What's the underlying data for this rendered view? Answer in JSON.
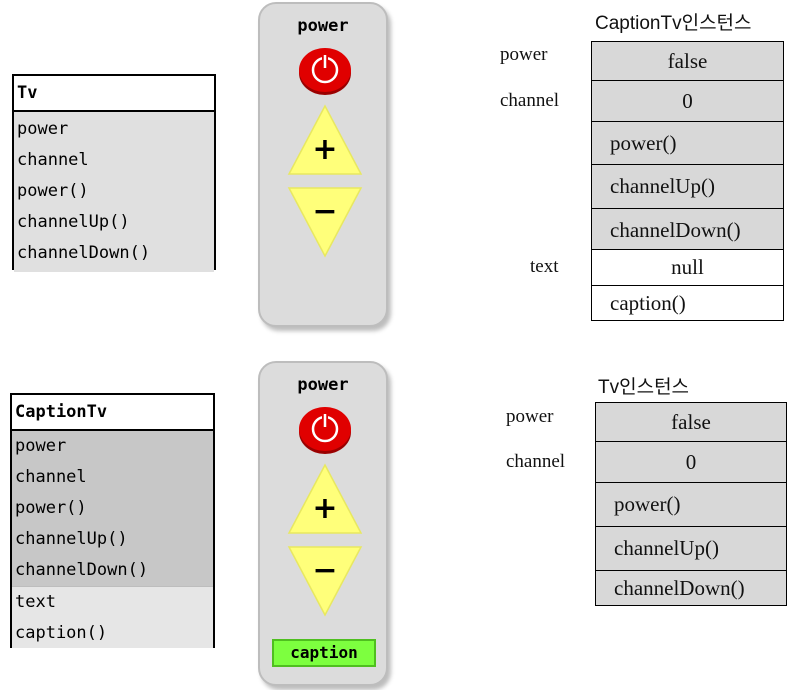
{
  "tv_class": {
    "name": "Tv",
    "members": [
      "power",
      "channel",
      "power()",
      "channelUp()",
      "channelDown()"
    ]
  },
  "captiontv_class": {
    "name": "CaptionTv",
    "inherited_members": [
      "power",
      "channel",
      "power()",
      "channelUp()",
      "channelDown()"
    ],
    "own_members": [
      "text",
      "caption()"
    ]
  },
  "remote_top": {
    "label": "power",
    "plus": "+",
    "minus": "−"
  },
  "remote_bottom": {
    "label": "power",
    "plus": "+",
    "minus": "−",
    "caption_button": "caption"
  },
  "captiontv_instance": {
    "title": "CaptionTv인스턴스",
    "power_label": "power",
    "power_value": "false",
    "channel_label": "channel",
    "channel_value": "0",
    "method1": "power()",
    "method2": "channelUp()",
    "method3": "channelDown()",
    "text_label": "text",
    "text_value": "null",
    "method4": "caption()"
  },
  "tv_instance": {
    "title": "Tv인스턴스",
    "power_label": "power",
    "power_value": "false",
    "channel_label": "channel",
    "channel_value": "0",
    "method1": "power()",
    "method2": "channelUp()",
    "method3": "channelDown()"
  },
  "colors": {
    "remote_body": "#dcdcdc",
    "power_button": "#e00000",
    "arrow_button": "#ffff7a",
    "caption_button": "#7dff3f"
  }
}
